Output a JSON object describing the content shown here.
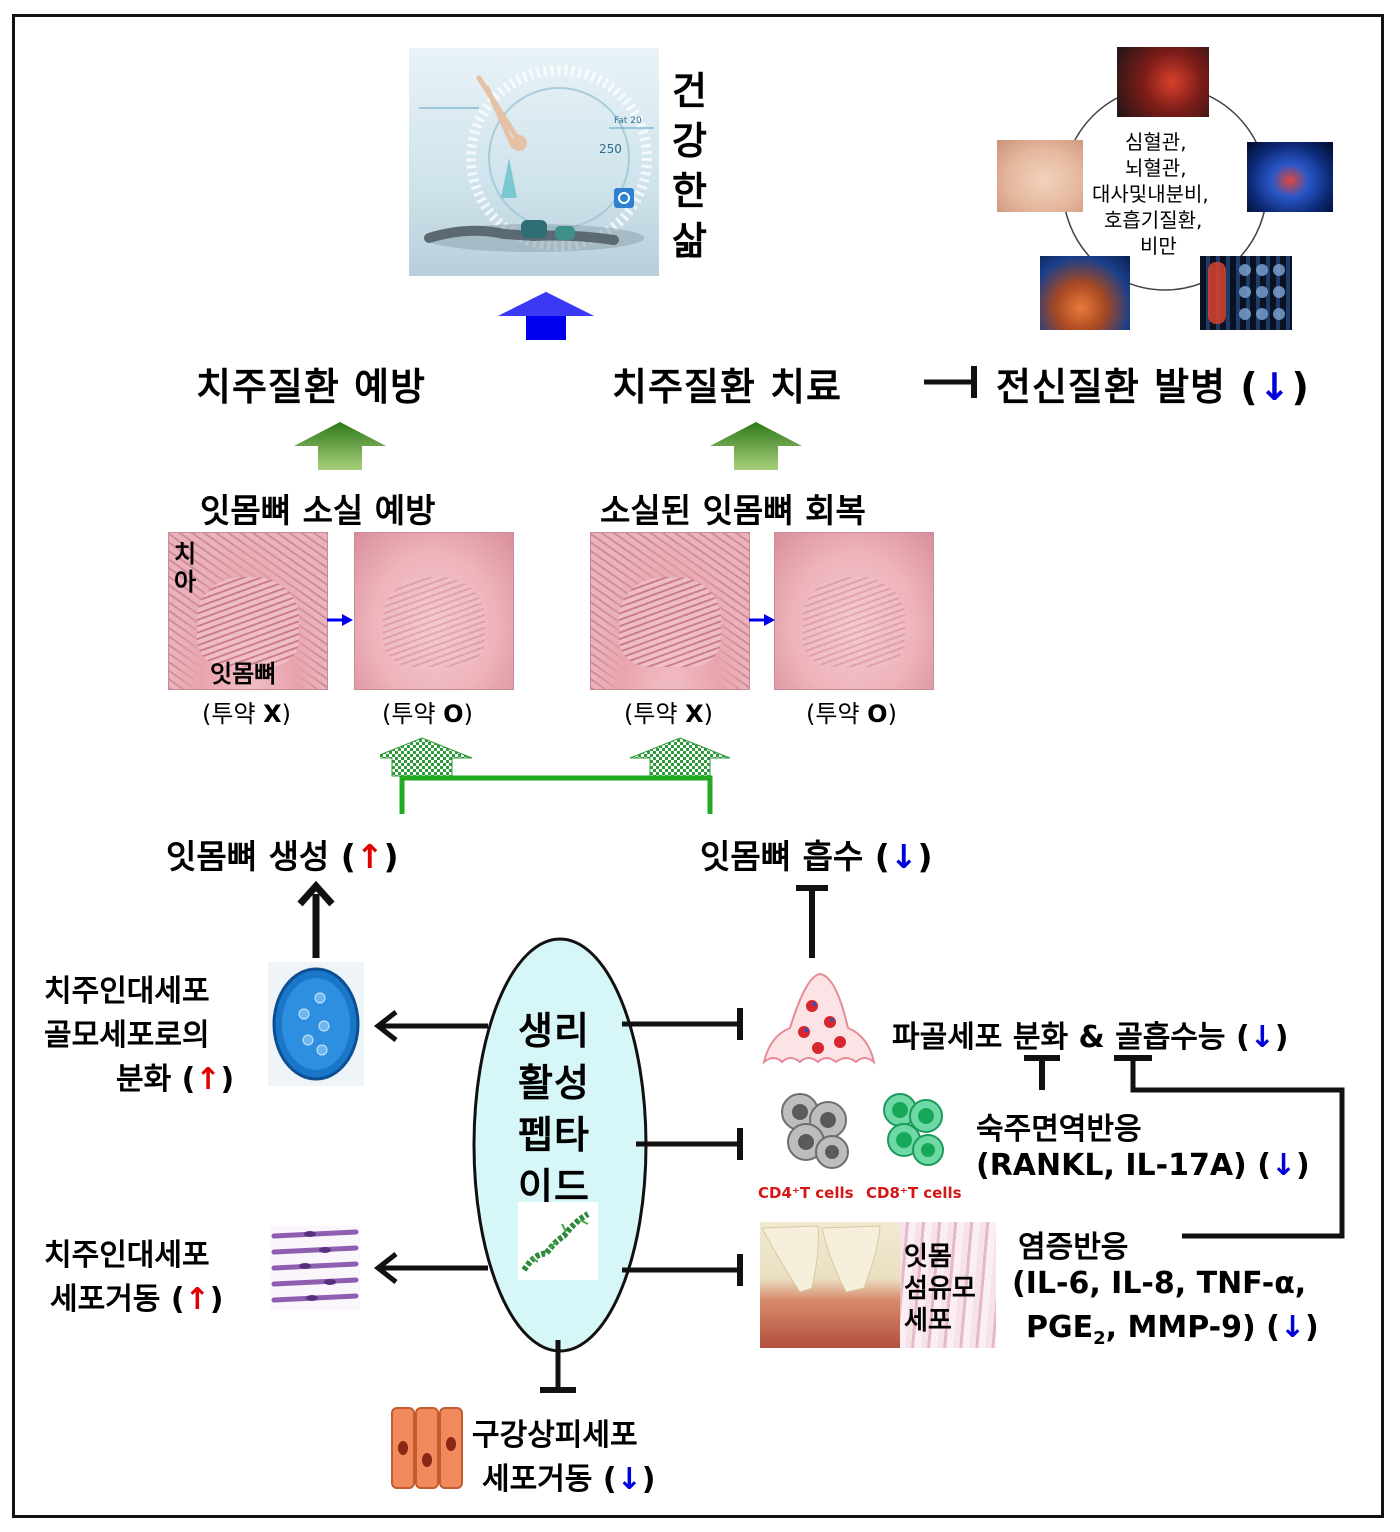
{
  "top": {
    "healthy_life": [
      "건",
      "강",
      "한",
      "삶"
    ],
    "disease_circle": [
      "심혈관,",
      "뇌혈관,",
      "대사및내분비,",
      "호흡기질환,",
      "비만"
    ]
  },
  "row1": {
    "prevention": "치주질환 예방",
    "treatment": "치주질환 치료",
    "systemic": "전신질환 발병",
    "paren_open": "(",
    "paren_close": ")"
  },
  "row2": {
    "loss_prevention": "잇몸뼈 소실 예방",
    "recovery": "소실된 잇몸뼈 회복",
    "tooth_label": [
      "치",
      "아"
    ],
    "bone_label": "잇몸뼈",
    "caption_prefix": "(투약 ",
    "caption_x": "X",
    "caption_o": "O",
    "caption_suffix": ")"
  },
  "row3": {
    "formation": "잇몸뼈 생성 (",
    "resorption": "잇몸뼈 흡수 ("
  },
  "center": {
    "peptide": [
      "생리",
      "활성",
      "펩타",
      "이드"
    ]
  },
  "left": {
    "osteo_diff": [
      "치주인대세포",
      "골모세포로의",
      "분화 ("
    ],
    "migration": [
      "치주인대세포",
      "세포거동 ("
    ]
  },
  "right": {
    "osteoclast": "파골세포 분화 & 골흡수능 (",
    "immune": [
      "숙주면역반응",
      "(RANKL, IL-17A) ("
    ],
    "cd4": "CD4⁺T cells",
    "cd8": "CD8⁺T cells",
    "gingival": [
      "잇몸",
      "섬유모",
      "세포"
    ],
    "inflammation": [
      "염증반응",
      "(IL-6, IL-8, TNF-α,",
      "PGE",
      "2",
      ", MMP-9) ("
    ]
  },
  "bottom": {
    "epithelial": [
      "구강상피세포",
      "세포거동 ("
    ]
  },
  "symbols": {
    "up": "↑",
    "down": "↓"
  },
  "colors": {
    "blue_arrow": "#0000ee",
    "green_arrow": "#4f8f2a",
    "green_line": "#22aa22",
    "up_red": "#e00000",
    "down_blue": "#0000dd",
    "ellipse_fill": "#d6f6f8"
  }
}
